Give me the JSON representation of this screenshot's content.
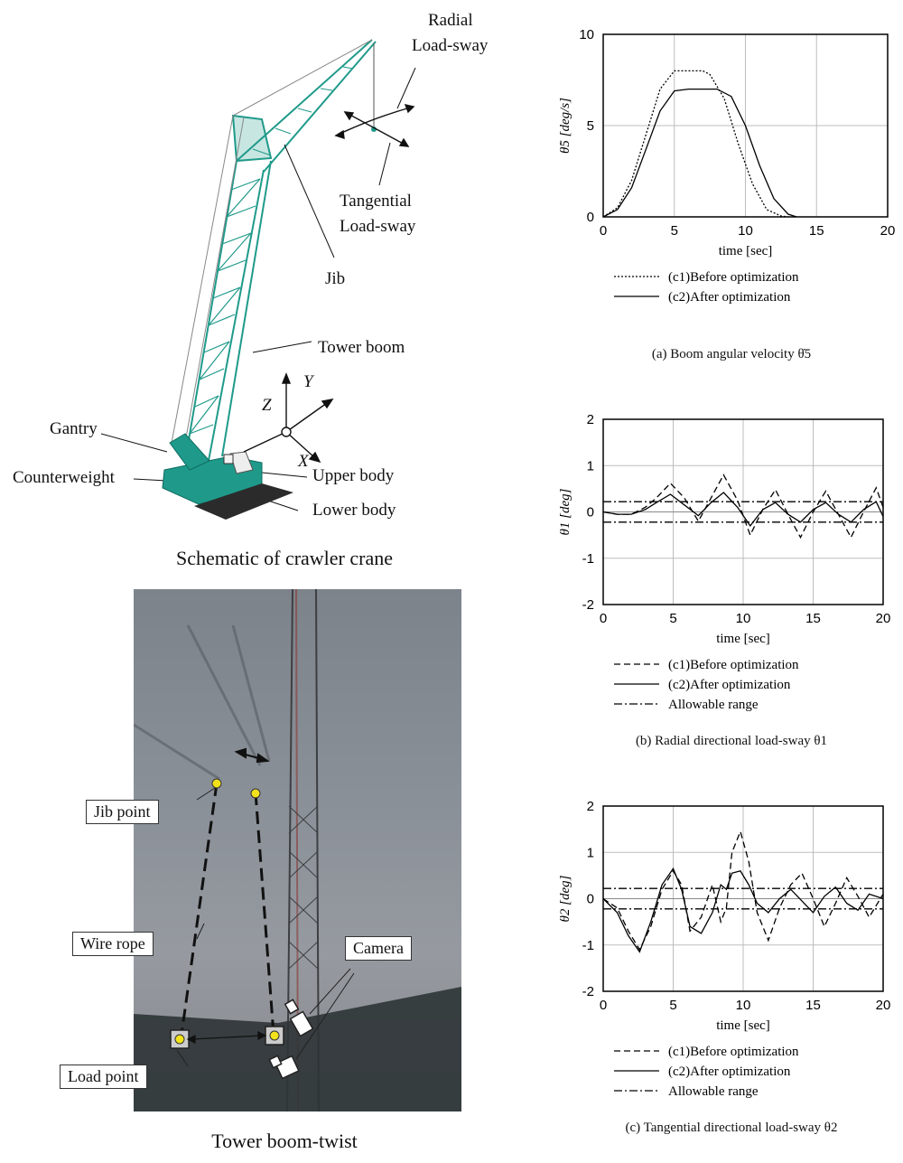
{
  "crane": {
    "caption": "Schematic of crawler crane",
    "labels": {
      "radial": [
        "Radial",
        "Load-sway"
      ],
      "tangential": [
        "Tangential",
        "Load-sway"
      ],
      "jib": "Jib",
      "tower_boom": "Tower boom",
      "gantry": "Gantry",
      "counterweight": "Counterweight",
      "upper_body": "Upper body",
      "lower_body": "Lower body",
      "axis_x": "X",
      "axis_y": "Y",
      "axis_z": "Z"
    },
    "colors": {
      "crane": "#1f9a8a",
      "crane_dark": "#0e6b60",
      "track": "#2b2b2b"
    }
  },
  "photo": {
    "caption": "Tower boom-twist",
    "labels": {
      "jib_point": "Jib point",
      "wire_rope": "Wire rope",
      "camera": "Camera",
      "load_point": "Load point"
    },
    "colors": {
      "point": "#f2e21b"
    }
  },
  "chart_data": [
    {
      "type": "line",
      "ylabel": "θ̇5 [deg/s]",
      "xlabel": "time [sec]",
      "xlim": [
        0,
        20
      ],
      "ylim": [
        0,
        10
      ],
      "xticks": [
        0,
        5,
        10,
        15,
        20
      ],
      "yticks": [
        0,
        5,
        10
      ],
      "grid": true,
      "caption": "(a)   Boom angular velocity θ̇5",
      "legend": [
        {
          "label": "(c1)Before optimization",
          "style": "dotted"
        },
        {
          "label": "(c2)After optimization",
          "style": "solid"
        }
      ],
      "series": [
        {
          "name": "(c1)Before optimization",
          "style": "dotted",
          "x": [
            0,
            1,
            2,
            3,
            4,
            5,
            6,
            7,
            7.5,
            8.5,
            9.5,
            10.5,
            11.5,
            12.5,
            13
          ],
          "y": [
            0,
            0.5,
            2.0,
            4.5,
            7.0,
            8.0,
            8.0,
            8.0,
            7.8,
            6.5,
            4.0,
            1.8,
            0.4,
            0.05,
            0
          ]
        },
        {
          "name": "(c2)After optimization",
          "style": "solid",
          "x": [
            0,
            1,
            2,
            3,
            4,
            5,
            6,
            7,
            8,
            9,
            10,
            11,
            12,
            13,
            13.6
          ],
          "y": [
            0,
            0.4,
            1.6,
            3.7,
            5.8,
            6.9,
            7.0,
            7.0,
            7.0,
            6.6,
            5.0,
            2.8,
            1.0,
            0.15,
            0
          ]
        }
      ]
    },
    {
      "type": "line",
      "ylabel": "θ1 [deg]",
      "xlabel": "time [sec]",
      "xlim": [
        0,
        20
      ],
      "ylim": [
        -2,
        2
      ],
      "xticks": [
        0,
        5,
        10,
        15,
        20
      ],
      "yticks": [
        -2,
        -1,
        0,
        1,
        2
      ],
      "grid": true,
      "caption": "(b)   Radial directional load-sway θ1",
      "legend": [
        {
          "label": "(c1)Before optimization",
          "style": "dashed"
        },
        {
          "label": "(c2)After optimization",
          "style": "solid"
        },
        {
          "label": "Allowable range",
          "style": "dashdot"
        }
      ],
      "series": [
        {
          "name": "(c1)Before optimization",
          "style": "dashed",
          "x": [
            0,
            1,
            2,
            3,
            3.8,
            4.8,
            5.8,
            6.8,
            7.7,
            8.6,
            9.6,
            10.5,
            11.4,
            12.3,
            13.2,
            14.1,
            15.0,
            15.9,
            16.8,
            17.7,
            18.6,
            19.5,
            20
          ],
          "y": [
            0,
            -0.05,
            -0.05,
            0.1,
            0.3,
            0.62,
            0.3,
            -0.2,
            0.3,
            0.8,
            0.25,
            -0.5,
            0.05,
            0.48,
            -0.05,
            -0.55,
            0.0,
            0.45,
            -0.05,
            -0.55,
            0.0,
            0.52,
            0.1
          ]
        },
        {
          "name": "(c2)After optimization",
          "style": "solid",
          "x": [
            0,
            1,
            2,
            3,
            3.8,
            4.8,
            5.8,
            6.8,
            7.7,
            8.6,
            9.6,
            10.5,
            11.4,
            12.3,
            13.2,
            14.1,
            15.0,
            15.9,
            16.8,
            17.7,
            18.6,
            19.5,
            20
          ],
          "y": [
            0,
            -0.05,
            -0.05,
            0.05,
            0.2,
            0.38,
            0.15,
            -0.08,
            0.2,
            0.42,
            0.1,
            -0.3,
            0.05,
            0.2,
            -0.05,
            -0.22,
            0.05,
            0.2,
            -0.05,
            -0.22,
            0.05,
            0.22,
            -0.1
          ]
        },
        {
          "name": "Allowable range",
          "style": "dashdot",
          "x": [
            0,
            20
          ],
          "y": [
            0.22,
            0.22
          ]
        },
        {
          "name": "Allowable range",
          "style": "dashdot",
          "x": [
            0,
            20
          ],
          "y": [
            -0.22,
            -0.22
          ]
        }
      ]
    },
    {
      "type": "line",
      "ylabel": "θ2 [deg]",
      "xlabel": "time [sec]",
      "xlim": [
        0,
        20
      ],
      "ylim": [
        -2,
        2
      ],
      "xticks": [
        0,
        5,
        10,
        15,
        20
      ],
      "yticks": [
        -2,
        -1,
        0,
        1,
        2
      ],
      "grid": true,
      "caption": "(c) Tangential directional load-sway θ2",
      "legend": [
        {
          "label": "(c1)Before optimization",
          "style": "dashed"
        },
        {
          "label": "(c2)After optimization",
          "style": "solid"
        },
        {
          "label": "Allowable range",
          "style": "dashdot"
        }
      ],
      "series": [
        {
          "name": "(c1)Before optimization",
          "style": "dashed",
          "x": [
            0,
            1,
            1.8,
            2.6,
            3.4,
            4.2,
            5.0,
            5.6,
            6.2,
            7.0,
            7.8,
            8.4,
            8.8,
            9.2,
            9.8,
            10.4,
            11.0,
            11.8,
            12.6,
            13.4,
            14.2,
            15.0,
            15.8,
            16.6,
            17.4,
            18.2,
            19.0,
            20
          ],
          "y": [
            0,
            -0.2,
            -0.7,
            -1.1,
            -0.6,
            0.2,
            0.6,
            0.3,
            -0.7,
            -0.4,
            0.3,
            -0.5,
            -0.2,
            1.0,
            1.45,
            0.8,
            -0.3,
            -0.9,
            -0.2,
            0.3,
            0.55,
            0.0,
            -0.6,
            -0.1,
            0.45,
            0.05,
            -0.4,
            0.1
          ]
        },
        {
          "name": "(c2)After optimization",
          "style": "solid",
          "x": [
            0,
            1,
            1.8,
            2.6,
            3.4,
            4.2,
            5.0,
            5.6,
            6.2,
            7.0,
            7.8,
            8.4,
            8.8,
            9.2,
            9.8,
            10.4,
            11.0,
            11.8,
            12.6,
            13.4,
            14.2,
            15.0,
            15.8,
            16.6,
            17.4,
            18.2,
            19.0,
            20
          ],
          "y": [
            0,
            -0.3,
            -0.8,
            -1.15,
            -0.5,
            0.3,
            0.65,
            0.2,
            -0.6,
            -0.75,
            -0.3,
            0.3,
            0.2,
            0.55,
            0.6,
            0.3,
            -0.1,
            -0.3,
            0.0,
            0.2,
            -0.05,
            -0.3,
            0.05,
            0.25,
            -0.1,
            -0.25,
            0.1,
            0.0
          ]
        },
        {
          "name": "Allowable range",
          "style": "dashdot",
          "x": [
            0,
            20
          ],
          "y": [
            0.22,
            0.22
          ]
        },
        {
          "name": "Allowable range",
          "style": "dashdot",
          "x": [
            0,
            20
          ],
          "y": [
            -0.22,
            -0.22
          ]
        }
      ]
    }
  ]
}
